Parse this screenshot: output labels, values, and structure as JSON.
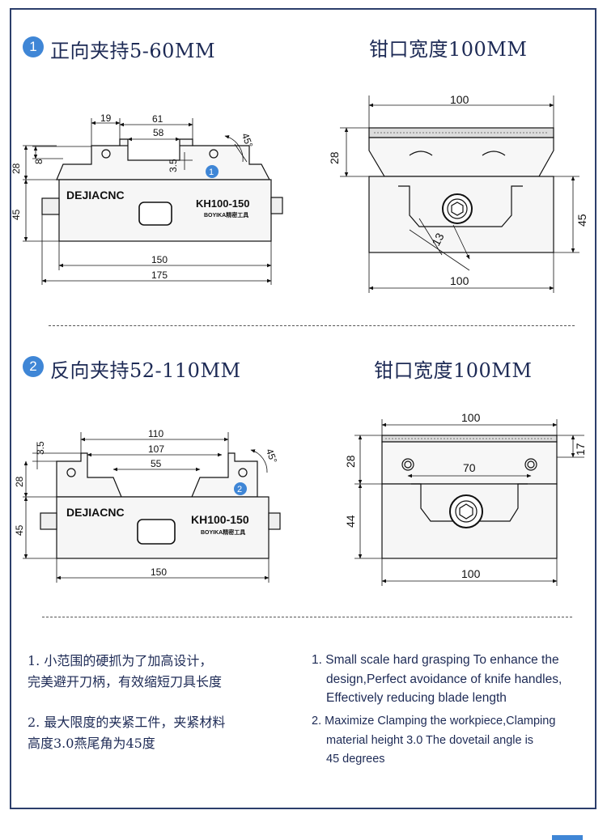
{
  "sections": {
    "s1": {
      "number": "1",
      "title": "正向夹持5-60MM",
      "right_title": "钳口宽度100MM"
    },
    "s2": {
      "number": "2",
      "title": "反向夹持52-110MM",
      "right_title": "钳口宽度100MM"
    }
  },
  "d1": {
    "brand": "DEJIACNC",
    "model": "KH100-150",
    "maker": "BOYIKA精密工具",
    "marker": "1",
    "w19": "19",
    "w61": "61",
    "w58": "58",
    "h8": "8",
    "h3_5": "3.5",
    "angle": "45°",
    "h28": "28",
    "h45": "45",
    "w150": "150",
    "w175": "175"
  },
  "d2": {
    "w100_top": "100",
    "h28": "28",
    "h45": "45",
    "d13": "13",
    "w100_bottom": "100"
  },
  "d3": {
    "brand": "DEJIACNC",
    "model": "KH100-150",
    "maker": "BOYIKA精密工具",
    "marker": "2",
    "h3_5": "3.5",
    "w110": "110",
    "w107": "107",
    "w55": "55",
    "angle": "45°",
    "h28": "28",
    "h45": "45",
    "w150": "150"
  },
  "d4": {
    "w100_top": "100",
    "h17": "17",
    "w70": "70",
    "h28": "28",
    "h44": "44",
    "w100_bottom": "100"
  },
  "notes": {
    "cn1_line1": "1. 小范围的硬抓为了加高设计，",
    "cn1_line2": "完美避开刀柄，有效缩短刀具长度",
    "cn2_line1": "2. 最大限度的夹紧工件，夹紧材料",
    "cn2_line2": "高度3.0燕尾角为45度",
    "en1_line1": "1. Small scale hard grasping To enhance the",
    "en1_line2": "design,Perfect avoidance of knife handles,",
    "en1_line3": "Effectively reducing blade length",
    "en2_line1": "2. Maximize Clamping the workpiece,Clamping",
    "en2_line2": "material height 3.0 The dovetail angle is",
    "en2_line3": "45 degrees"
  },
  "colors": {
    "frame": "#2c3e6b",
    "text": "#1d2a55",
    "badge": "#3f86d6",
    "metal": "#f6f6f6"
  }
}
